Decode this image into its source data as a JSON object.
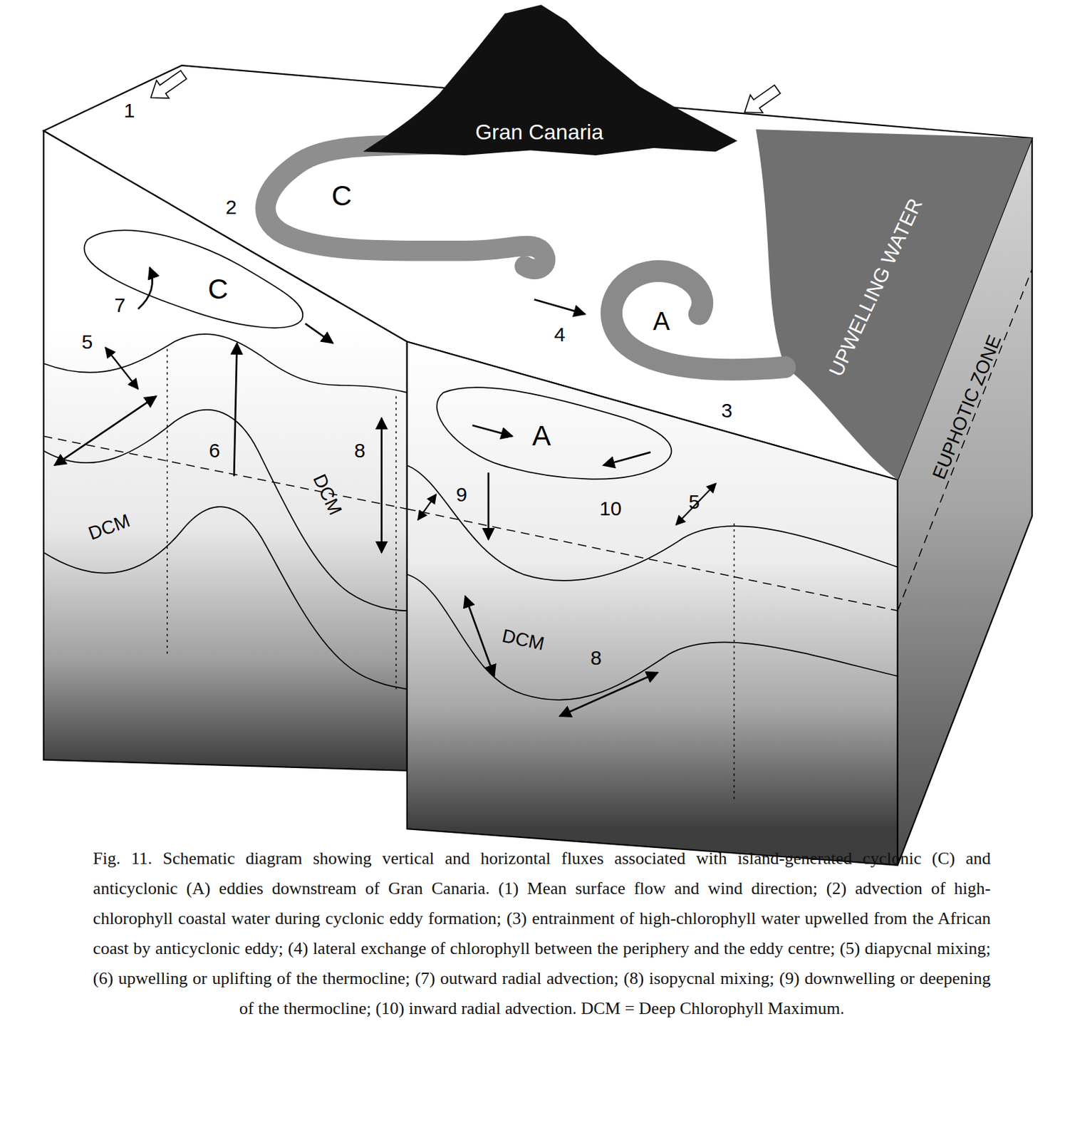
{
  "diagram": {
    "caption": "Fig. 11. Schematic diagram showing vertical and horizontal fluxes associated with island-generated cyclonic (C) and anticyclonic (A) eddies downstream of Gran Canaria. (1) Mean surface flow and wind direction; (2) advection of high-chlorophyll coastal water during cyclonic eddy formation; (3) entrainment of high-chlorophyll water upwelled from the African coast by anticyclonic eddy; (4) lateral exchange of chlorophyll between the periphery and the eddy centre; (5) diapycnal mixing; (6) upwelling or uplifting of the thermocline; (7) outward radial advection; (8) isopycnal mixing; (9) downwelling or deepening of the thermocline; (10) inward radial advection. DCM = Deep Chlorophyll Maximum.",
    "nodes": [
      {
        "text": [
          "Gran Canaria"
        ]
      }
    ],
    "labels": [
      "1",
      "C",
      "2",
      "A",
      "4",
      "3",
      "UPWELLING WATER",
      "EUPHOTIC ZONE",
      "7",
      "C",
      "5",
      "6",
      "DCM",
      "DCM",
      "8",
      "A",
      "10",
      "9",
      "5",
      "DCM",
      "8"
    ]
  }
}
